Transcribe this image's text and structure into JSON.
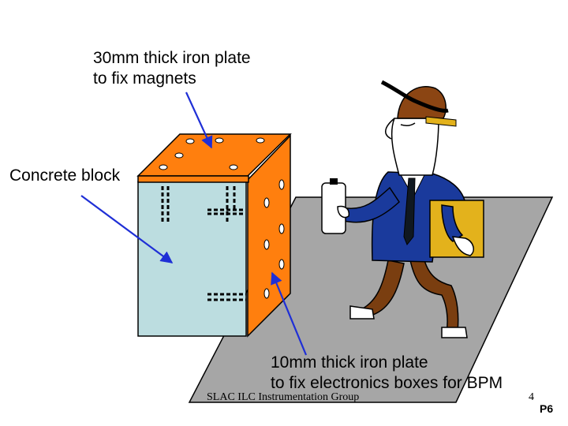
{
  "labels": {
    "top_plate": [
      "30mm thick iron plate",
      "to fix magnets"
    ],
    "concrete": "Concrete block",
    "side_plate": [
      "10mm thick iron plate",
      "to fix electronics boxes for BPM"
    ]
  },
  "footer": {
    "org": "SLAC ILC Instrumentation Group",
    "page": "4",
    "code": "P6"
  },
  "colors": {
    "iron_plate": "#ff7f0e",
    "concrete": "#bcdde0",
    "floor": "#a6a6a6",
    "arrow": "#1f2fd6",
    "jacket": "#1a3a9c",
    "trousers": "#7a3e10",
    "hat": "#8b4513",
    "box": "#e3b21c"
  },
  "icons": [
    "person-with-clipboard-icon",
    "arrow-icon"
  ]
}
